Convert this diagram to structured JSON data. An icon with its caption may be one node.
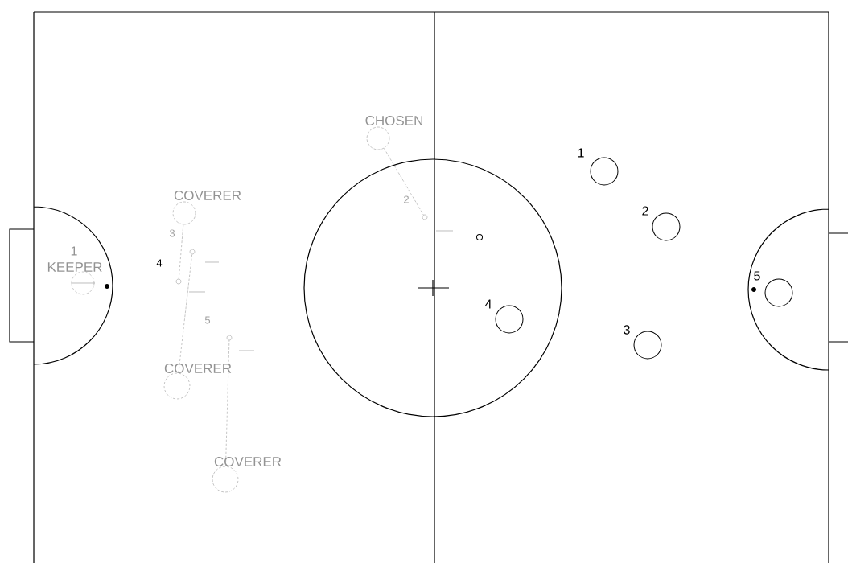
{
  "diagram": {
    "nodes": [
      {
        "text": [
          "1",
          "KEEPER"
        ]
      },
      {
        "text": [
          "COVERER"
        ]
      },
      {
        "text": [
          "COVERER"
        ]
      },
      {
        "text": [
          "COVERER"
        ]
      },
      {
        "text": [
          "CHOSEN"
        ]
      },
      {
        "text": [],
        "shape": "circle"
      },
      {
        "text": [],
        "shape": "circle"
      },
      {
        "text": [],
        "shape": "circle"
      },
      {
        "text": [],
        "shape": "circle"
      },
      {
        "text": [],
        "shape": "circle"
      },
      {
        "text": [
          "1"
        ]
      },
      {
        "text": [
          "2"
        ]
      },
      {
        "text": [
          "3"
        ]
      },
      {
        "text": [
          "4"
        ]
      },
      {
        "text": [
          "5"
        ]
      }
    ],
    "edges": [
      {
        "from": 4,
        "to": 5,
        "arrow": "none",
        "style": "dashed"
      },
      {
        "from": 1,
        "to": 7,
        "arrow": "none",
        "style": "dashed"
      },
      {
        "from": 2,
        "to": 6,
        "arrow": "none",
        "style": "dashed"
      },
      {
        "from": 3,
        "to": 8,
        "arrow": "none",
        "style": "dashed"
      }
    ],
    "labels": [
      "2",
      "3",
      "4",
      "5"
    ]
  }
}
